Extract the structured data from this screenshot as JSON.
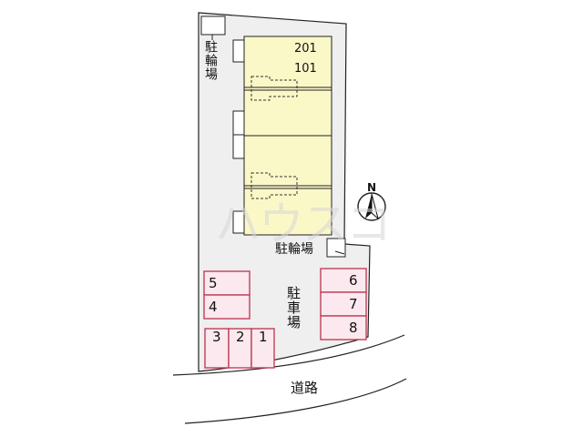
{
  "site": {
    "bicycle_parking_top": "駐輪場",
    "bicycle_parking_mid": "駐輪場",
    "car_parking": "駐車場",
    "road": "道路",
    "watermark": "ハウスコ"
  },
  "building": {
    "room_upper": "201",
    "room_lower": "101"
  },
  "parking_spaces": [
    "1",
    "2",
    "3",
    "4",
    "5",
    "6",
    "7",
    "8"
  ],
  "compass": {
    "label": "N",
    "icon": "north-arrow-icon"
  },
  "colors": {
    "building_fill": "#fbf8c8",
    "lot_fill": "#efefef",
    "parking_border": "#c0405a",
    "parking_fill": "#fbe9ef"
  }
}
